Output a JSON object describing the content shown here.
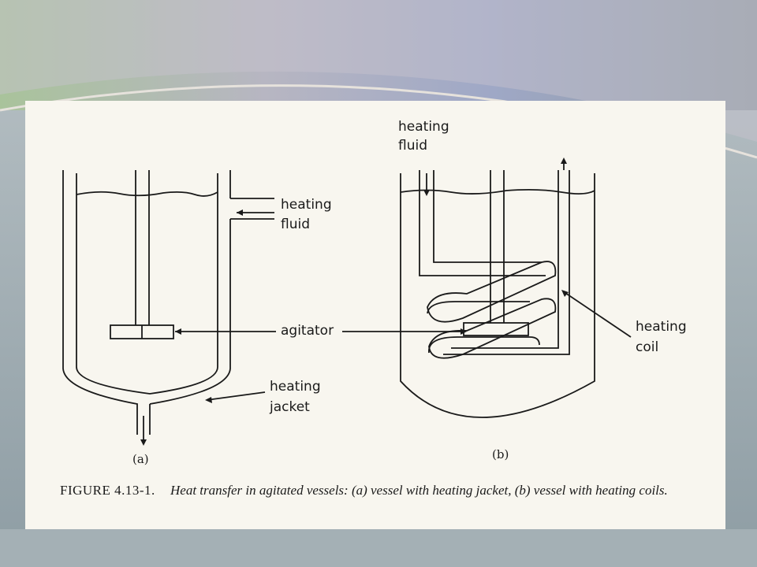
{
  "labels": {
    "a_heating_fluid": [
      "heating",
      "fluid"
    ],
    "b_heating_fluid": [
      "heating",
      "fluid"
    ],
    "agitator": "agitator",
    "heating_jacket": [
      "heating",
      "jacket"
    ],
    "heating_coil": [
      "heating",
      "coil"
    ],
    "part_a": "(a)",
    "part_b": "(b)"
  },
  "caption": {
    "figure_number": "FIGURE 4.13-1.",
    "text": "Heat transfer in agitated vessels: (a) vessel with heating jacket, (b) vessel with heating coils."
  },
  "colors": {
    "paper": "#f8f6ef",
    "ink": "#1a1a1a",
    "slide_bg_green": "#a9c39b",
    "slide_bg_blue": "#9fa8c6"
  }
}
